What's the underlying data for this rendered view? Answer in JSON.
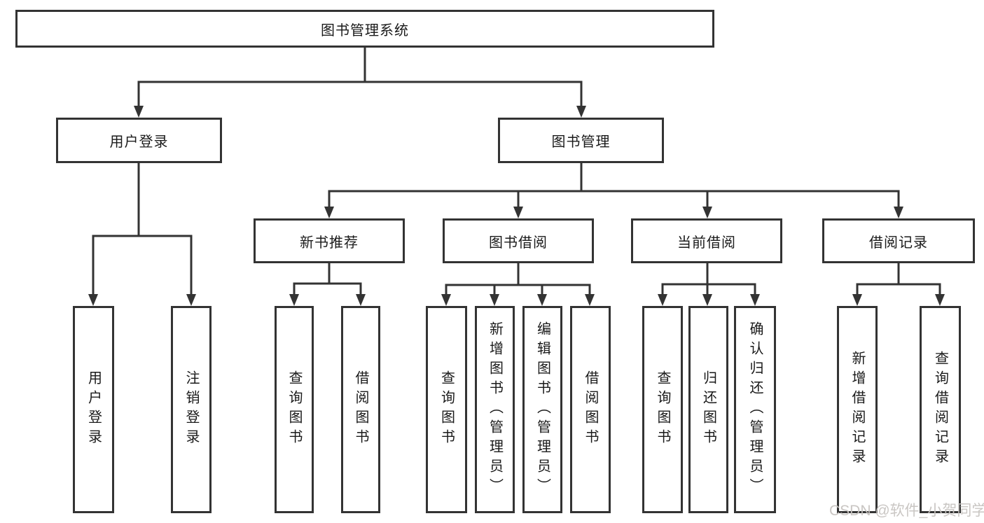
{
  "tree": {
    "root": {
      "label": "图书管理系统"
    },
    "branches": [
      {
        "label": "用户登录",
        "children": [
          {
            "label": "用户登录"
          },
          {
            "label": "注销登录"
          }
        ]
      },
      {
        "label": "图书管理",
        "children": [
          {
            "label": "新书推荐",
            "children": [
              {
                "label": "查询图书"
              },
              {
                "label": "借阅图书"
              }
            ]
          },
          {
            "label": "图书借阅",
            "children": [
              {
                "label": "查询图书"
              },
              {
                "label": "新增图书（管理员）"
              },
              {
                "label": "编辑图书（管理员）"
              },
              {
                "label": "借阅图书"
              }
            ]
          },
          {
            "label": "当前借阅",
            "children": [
              {
                "label": "查询图书"
              },
              {
                "label": "归还图书"
              },
              {
                "label": "确认归还（管理员）"
              }
            ]
          },
          {
            "label": "借阅记录",
            "children": [
              {
                "label": "新增借阅记录"
              },
              {
                "label": "查询借阅记录"
              }
            ]
          }
        ]
      }
    ]
  },
  "watermark": {
    "text": "CSDN @软件_小贺同学"
  },
  "colors": {
    "line": "#333333",
    "text": "#1a1a1a",
    "background": "#ffffff",
    "watermark": "#c7c3c0"
  }
}
